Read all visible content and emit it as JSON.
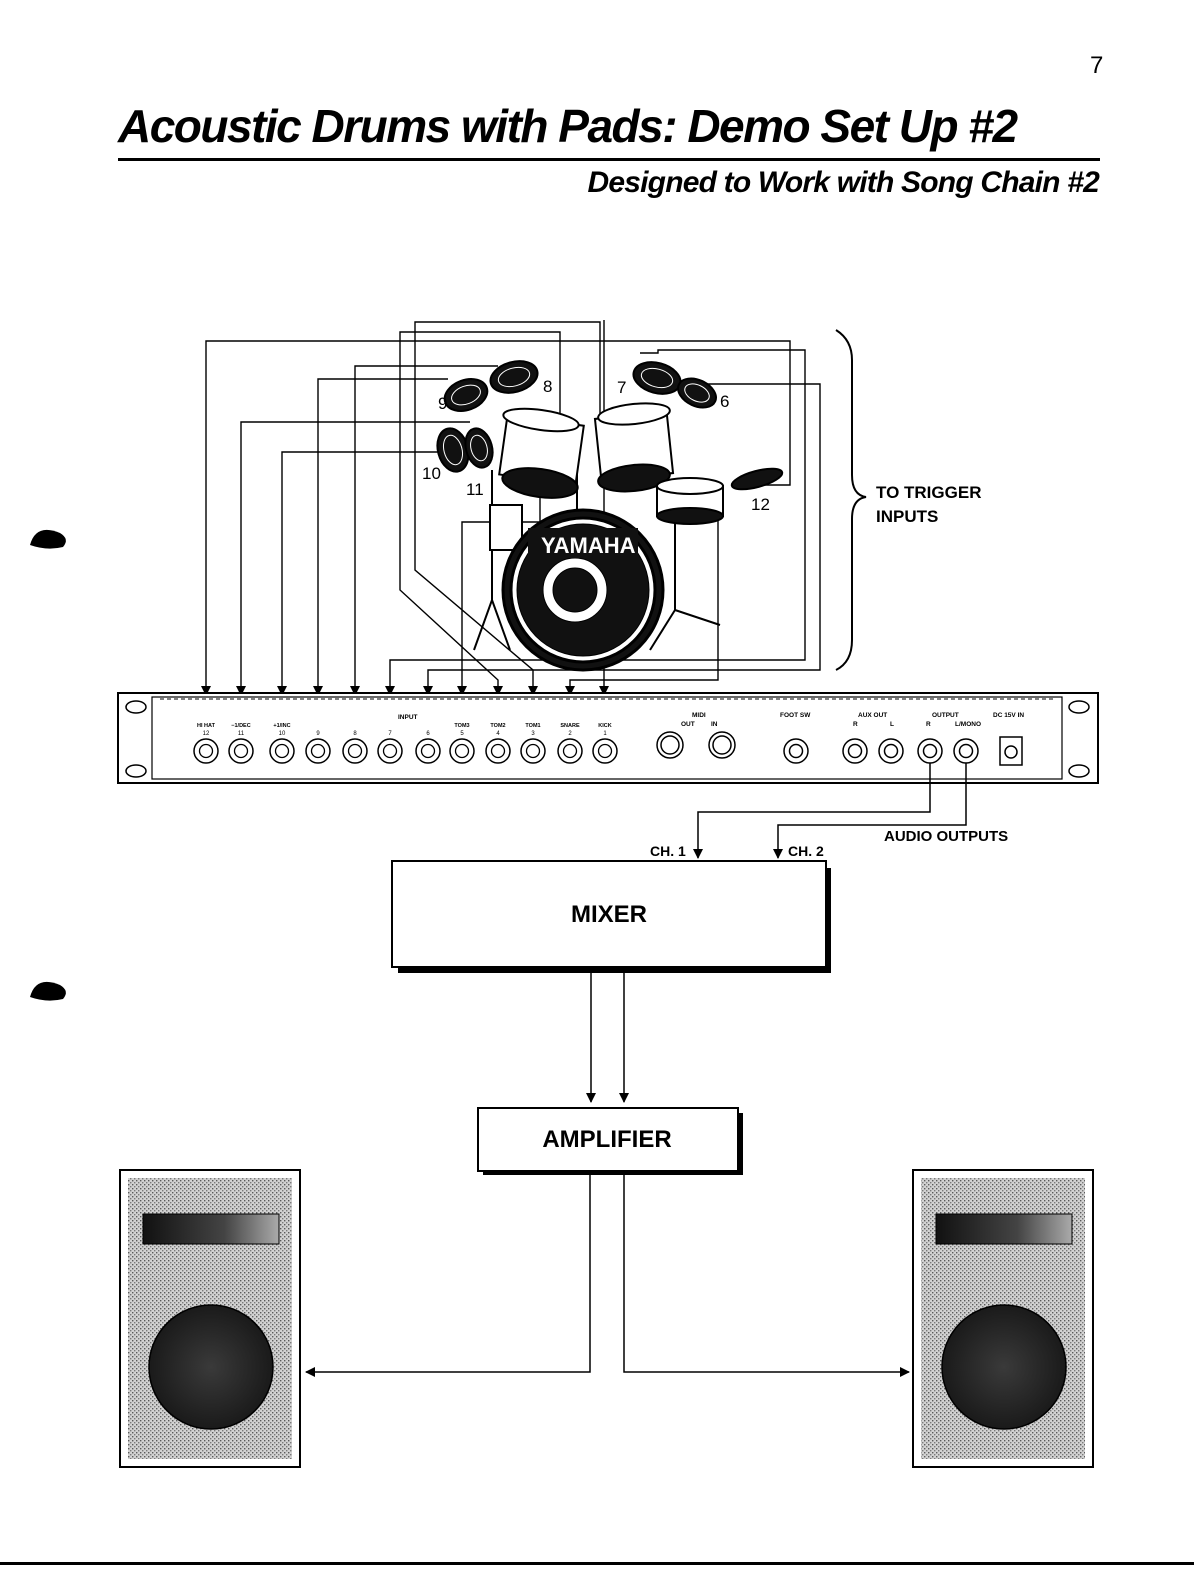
{
  "page": {
    "number": "7",
    "title": "Acoustic Drums with Pads: Demo Set Up #2",
    "subtitle": "Designed to Work with Song Chain #2"
  },
  "diagram": {
    "trigger_label_line1": "TO TRIGGER",
    "trigger_label_line2": "INPUTS",
    "pads": [
      "6",
      "7",
      "8",
      "9",
      "10",
      "11",
      "12"
    ],
    "drum_brand": "YAMAHA",
    "audio_outputs_label": "AUDIO OUTPUTS",
    "ch1_label": "CH. 1",
    "ch2_label": "CH. 2",
    "mixer_label": "MIXER",
    "amplifier_label": "AMPLIFIER"
  },
  "rack_unit": {
    "input_header": "INPUT",
    "jack_labels": [
      "HI HAT",
      "−1/DEC",
      "+1/INC",
      "",
      "",
      "",
      "",
      "TOM3",
      "TOM2",
      "TOM1",
      "SNARE",
      "KICK"
    ],
    "jack_numbers": [
      "12",
      "11",
      "10",
      "9",
      "8",
      "7",
      "6",
      "5",
      "4",
      "3",
      "2",
      "1"
    ],
    "midi_label": "MIDI",
    "midi_out": "OUT",
    "midi_in": "IN",
    "foot_sw_label": "FOOT SW",
    "aux_out_label": "AUX OUT",
    "aux_r": "R",
    "aux_l": "L",
    "output_label": "OUTPUT",
    "output_r": "R",
    "output_l": "L/MONO",
    "dc_label": "DC 15V IN"
  }
}
